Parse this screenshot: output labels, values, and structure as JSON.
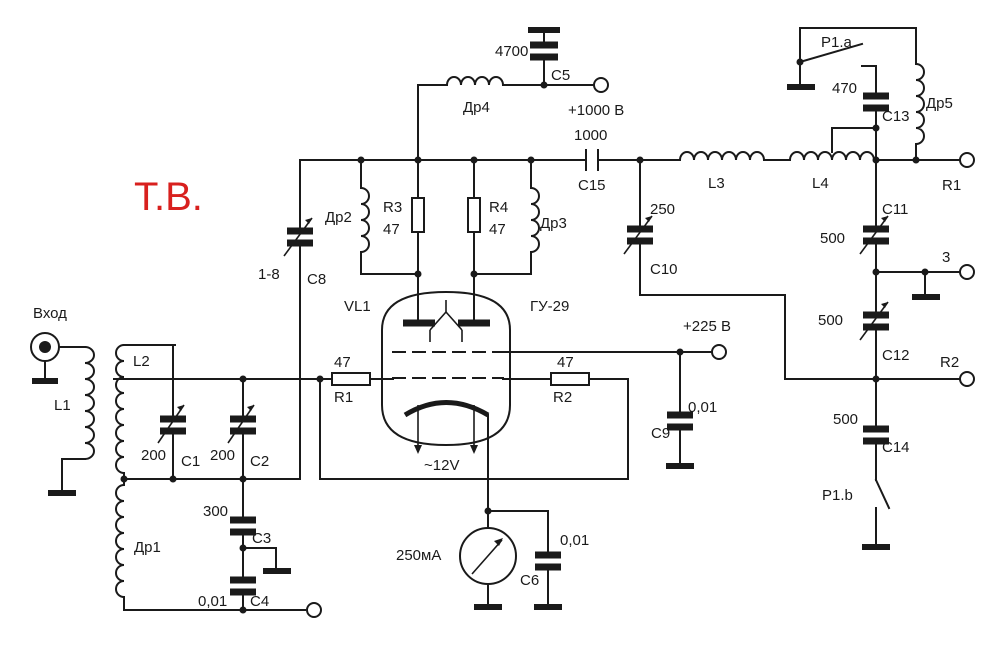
{
  "title": "Т.В.",
  "colors": {
    "ink": "#1a1a1a",
    "title": "#d8201e"
  },
  "labels": {
    "vhod": "Вход",
    "L1": "L1",
    "L2": "L2",
    "L3": "L3",
    "L4": "L4",
    "C1": "C1",
    "C1_val": "200",
    "C2": "C2",
    "C2_val": "200",
    "C3": "C3",
    "C3_val": "300",
    "C4": "C4",
    "C4_val": "0,01",
    "C5": "C5",
    "C5_val": "4700",
    "C6": "C6",
    "C6_val": "0,01",
    "C8": "C8",
    "C8_val": "1-8",
    "C9": "C9",
    "C9_val": "0,01",
    "C10": "C10",
    "C10_val": "250",
    "C11": "C11",
    "C11_val": "500",
    "C12": "C12",
    "C12_val": "500",
    "C13": "C13",
    "C13_val": "470",
    "C14": "C14",
    "C14_val": "500",
    "C15": "C15",
    "C15_val": "1000",
    "R1": "R1",
    "R1_val": "47",
    "R2": "R2",
    "R2_val": "47",
    "R3": "R3",
    "R3_val": "47",
    "R4": "R4",
    "R4_val": "47",
    "Dr1": "Др1",
    "Dr2": "Др2",
    "Dr3": "Др3",
    "Dr4": "Др4",
    "Dr5": "Др5",
    "VL1": "VL1",
    "tube": "ГУ-29",
    "plus1000": "+1000 В",
    "plus225": "+225 В",
    "heater": "~12V",
    "meter": "250мА",
    "P1a": "P1.a",
    "P1b": "P1.b",
    "out_R1": "R1",
    "out_R2": "R2",
    "out_3": "3"
  }
}
